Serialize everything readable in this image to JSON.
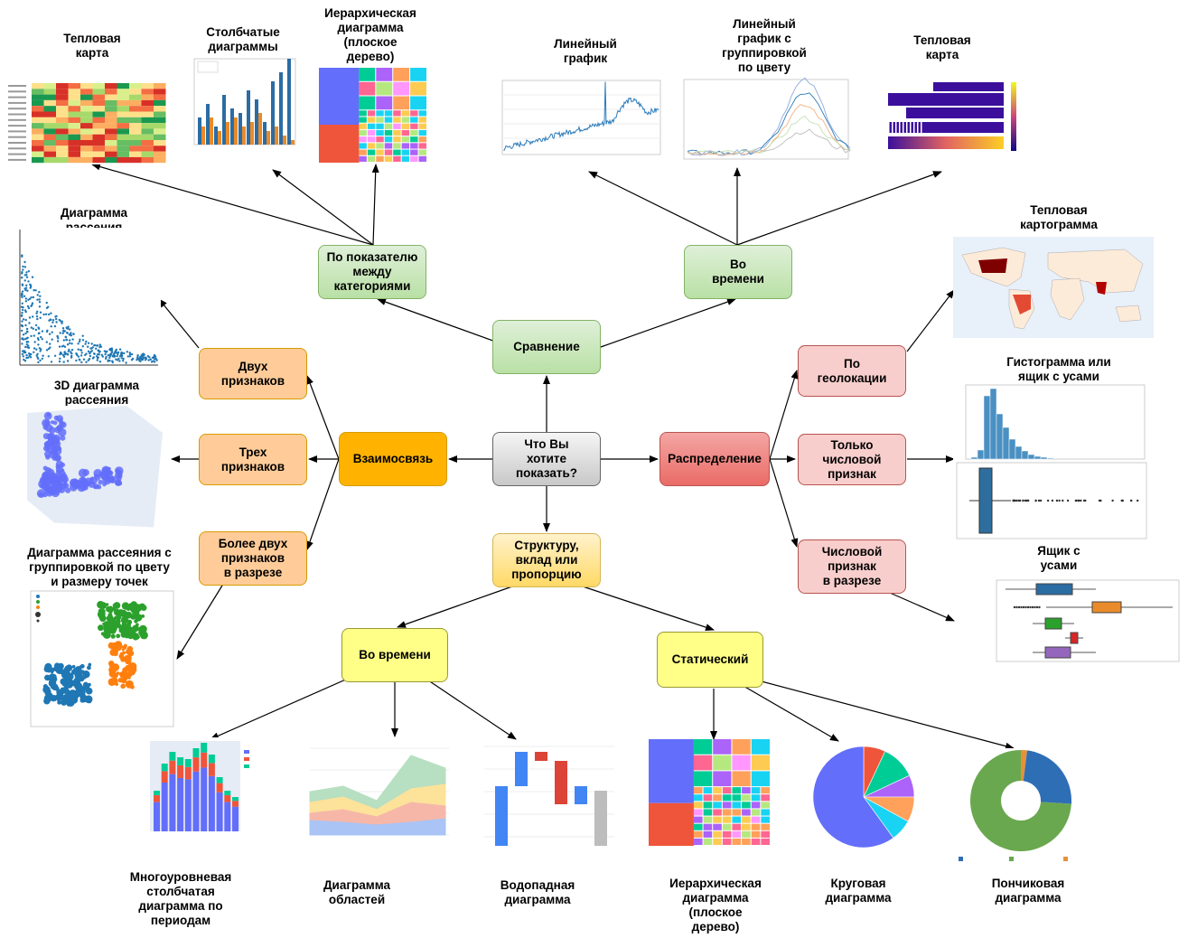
{
  "center": {
    "label": "Что Вы\nхотите\nпоказать?"
  },
  "level1": {
    "comparison": "Сравнение",
    "relationship": "Взаимосвязь",
    "distribution": "Распределение",
    "composition": "Структуру,\nвклад или\nпропорцию"
  },
  "level2": {
    "by_category": "По показателю\nмежду\nкатегориями",
    "over_time": "Во\nвремени",
    "two_features": "Двух\nпризнаков",
    "three_features": "Трех\nпризнаков",
    "more_features": "Более двух\nпризнаков\nв разрезе",
    "geo": "По\nгеолокации",
    "numeric_only": "Только\nчисловой\nпризнак",
    "numeric_slice": "Числовой\nпризнак\nв разрезе",
    "comp_time": "Во времени",
    "comp_static": "Статический"
  },
  "labels": {
    "heatmap1": "Тепловая\nкарта",
    "bars": "Столбчатые\nдиаграммы",
    "treemap1": "Иерархическая\nдиаграмма\n(плоское\nдерево)",
    "line": "Линейный\nграфик",
    "line_group": "Линейный\nграфик с\nгруппировкой\nпо цвету",
    "heatmap2": "Тепловая\nкарта",
    "scatter": "Диаграмма\nрассения",
    "scatter3d": "3D диаграмма\nрассеяния",
    "scatter_group": "Диаграмма рассеяния с\nгруппировкой по цвету\nи размеру точек",
    "choropleth": "Тепловая\nкартограмма",
    "hist_box": "Гистограмма или\nящик с усами",
    "box": "Ящик с\nусами",
    "stacked_bar": "Многоуровневая\nстолбчатая\nдиаграмма по\nпериодам",
    "area": "Диаграмма\nобластей",
    "waterfall": "Водопадная\nдиаграмма",
    "treemap2": "Иерархическая\nдиаграмма\n(плоское\nдерево)",
    "pie": "Круговая\nдиаграмма",
    "donut": "Пончиковая\nдиаграмма"
  },
  "colors": {
    "green": "#b9e0a5",
    "orange": "#ffcc99",
    "orange_dark": "#ffb300",
    "red": "#f8cecc",
    "red_dark": "#ea6b66",
    "yellow": "#ffff88",
    "yellow_dark": "#ffd966",
    "gray": "#c8c8c8"
  }
}
